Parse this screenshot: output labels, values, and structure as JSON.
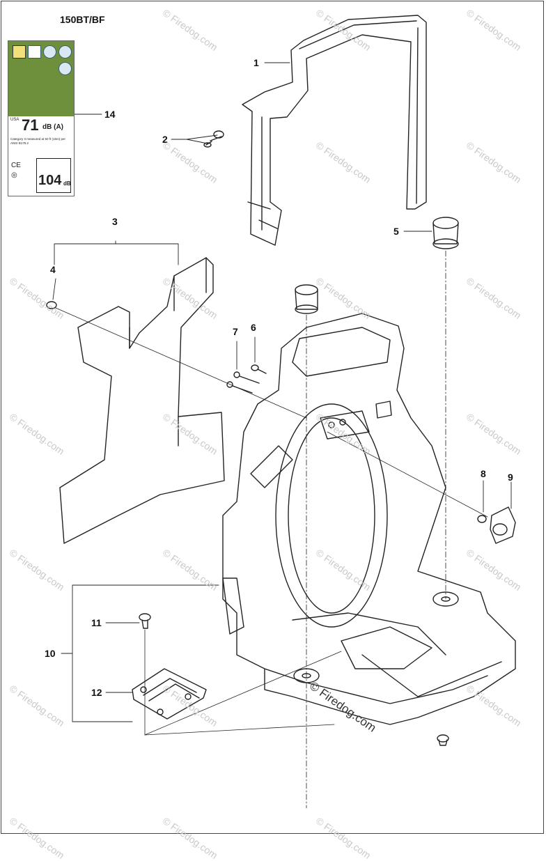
{
  "diagram": {
    "model": "150BT/BF",
    "callouts": [
      "1",
      "2",
      "3",
      "4",
      "5",
      "6",
      "7",
      "8",
      "9",
      "10",
      "11",
      "12",
      "14"
    ],
    "watermark": "© Firedog.com",
    "label": {
      "region": "USA",
      "sound_level": "71",
      "sound_unit": "dB (A)",
      "fine_print": "Category II measured at 50 ft (15m) per ANSI B175.2",
      "guaranteed_level": "104",
      "guaranteed_unit": "dB"
    }
  }
}
